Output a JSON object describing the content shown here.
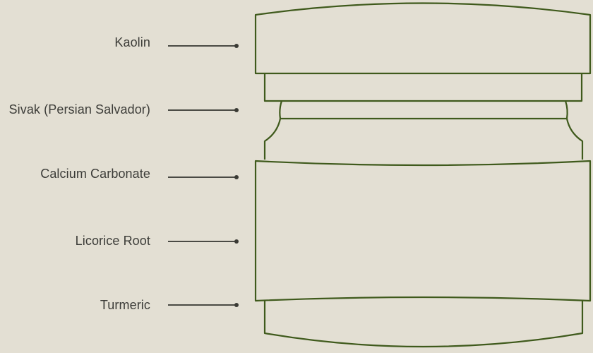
{
  "ingredients": [
    "Kaolin",
    "Sivak (Persian Salvador)",
    "Calcium Carbonate",
    "Licorice Root",
    "Turmeric"
  ],
  "colors": {
    "background": "#e3dfd3",
    "jar_outline": "#3f5a1c",
    "text": "#3c3c38",
    "leader": "#4a4a44"
  }
}
